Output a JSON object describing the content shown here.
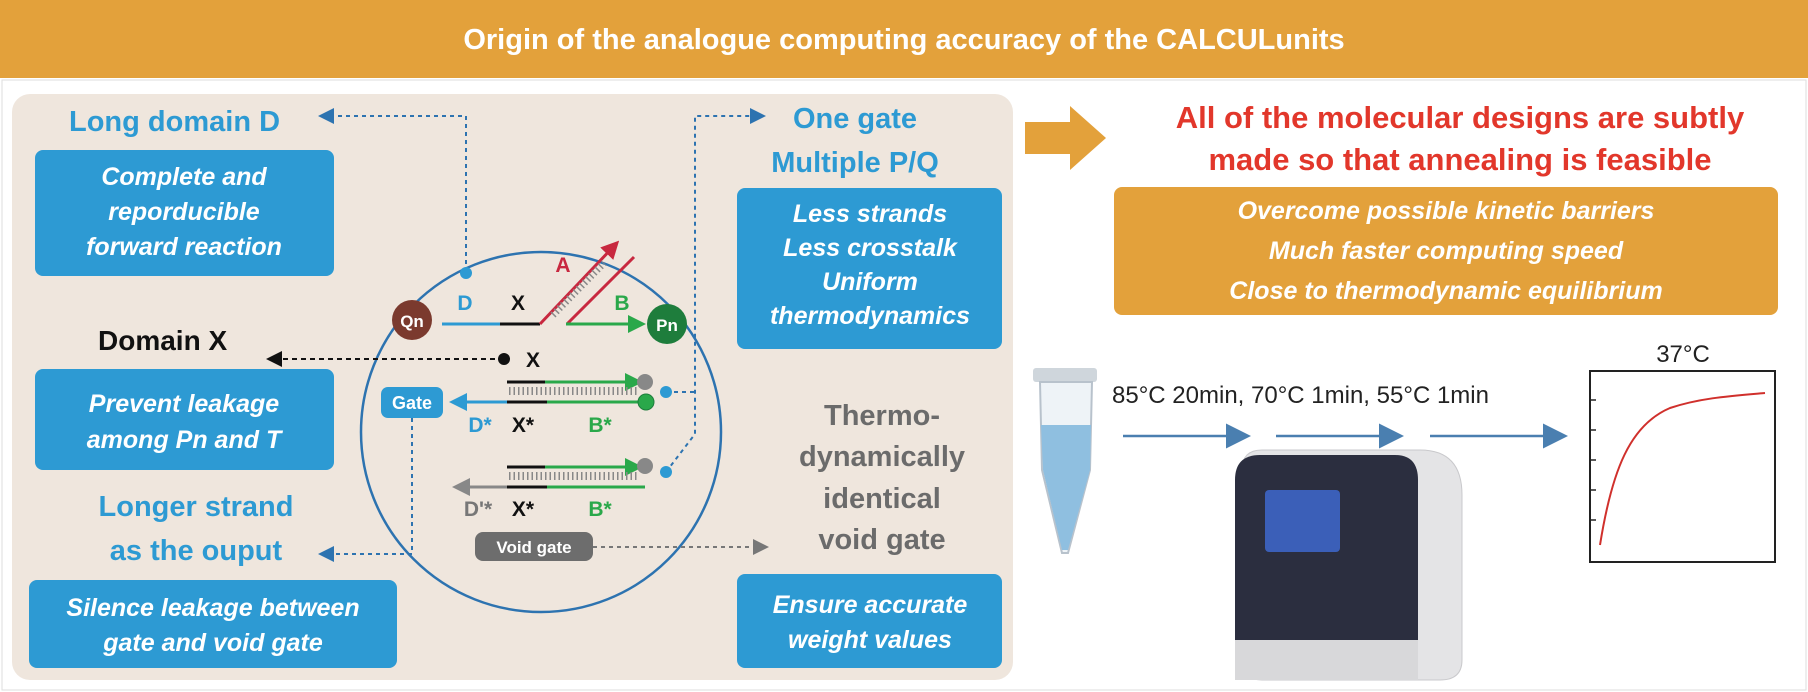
{
  "header": {
    "title": "Origin of the analogue computing accuracy of the CALCULunits"
  },
  "left": {
    "long_domain": {
      "title": "Long domain D",
      "box": [
        "Complete and",
        "reporducible",
        "forward reaction"
      ]
    },
    "domain_x": {
      "title": "Domain X",
      "box": [
        "Prevent leakage",
        "among Pn and T"
      ]
    },
    "longer_strand": {
      "title": [
        "Longer strand",
        "as the ouput"
      ],
      "box": [
        "Silence leakage between",
        "gate and void gate"
      ]
    },
    "one_gate": {
      "title": [
        "One gate",
        "Multiple P/Q"
      ],
      "box": [
        "Less strands",
        "Less crosstalk",
        "Uniform",
        "thermodynamics"
      ]
    },
    "void": {
      "title": [
        "Thermo-",
        "dynamically",
        "identical",
        "void gate"
      ],
      "box": [
        "Ensure accurate",
        "weight values"
      ]
    }
  },
  "circle": {
    "qn": "Qn",
    "pn": "Pn",
    "top_labels": {
      "d": "D",
      "x": "X",
      "a": "A",
      "b": "B"
    },
    "x_label": "X",
    "gate": {
      "label": "Gate",
      "d": "D*",
      "x": "X*",
      "b": "B*"
    },
    "void_gate": {
      "label": "Void gate",
      "d": "D'*",
      "x": "X*",
      "b": "B*"
    }
  },
  "right": {
    "headline": [
      "All of the molecular designs are subtly",
      "made so that annealing is feasible"
    ],
    "box": [
      "Overcome possible kinetic barriers",
      "Much faster computing speed",
      "Close to thermodynamic equilibrium"
    ],
    "protocol": "85°C 20min, 70°C  1min, 55°C  1min",
    "chart_temp": "37°C"
  },
  "colors": {
    "orange": "#e3a13b",
    "blue": "#2d9ad3",
    "red": "#e2372b",
    "beige": "#efe6dd"
  }
}
